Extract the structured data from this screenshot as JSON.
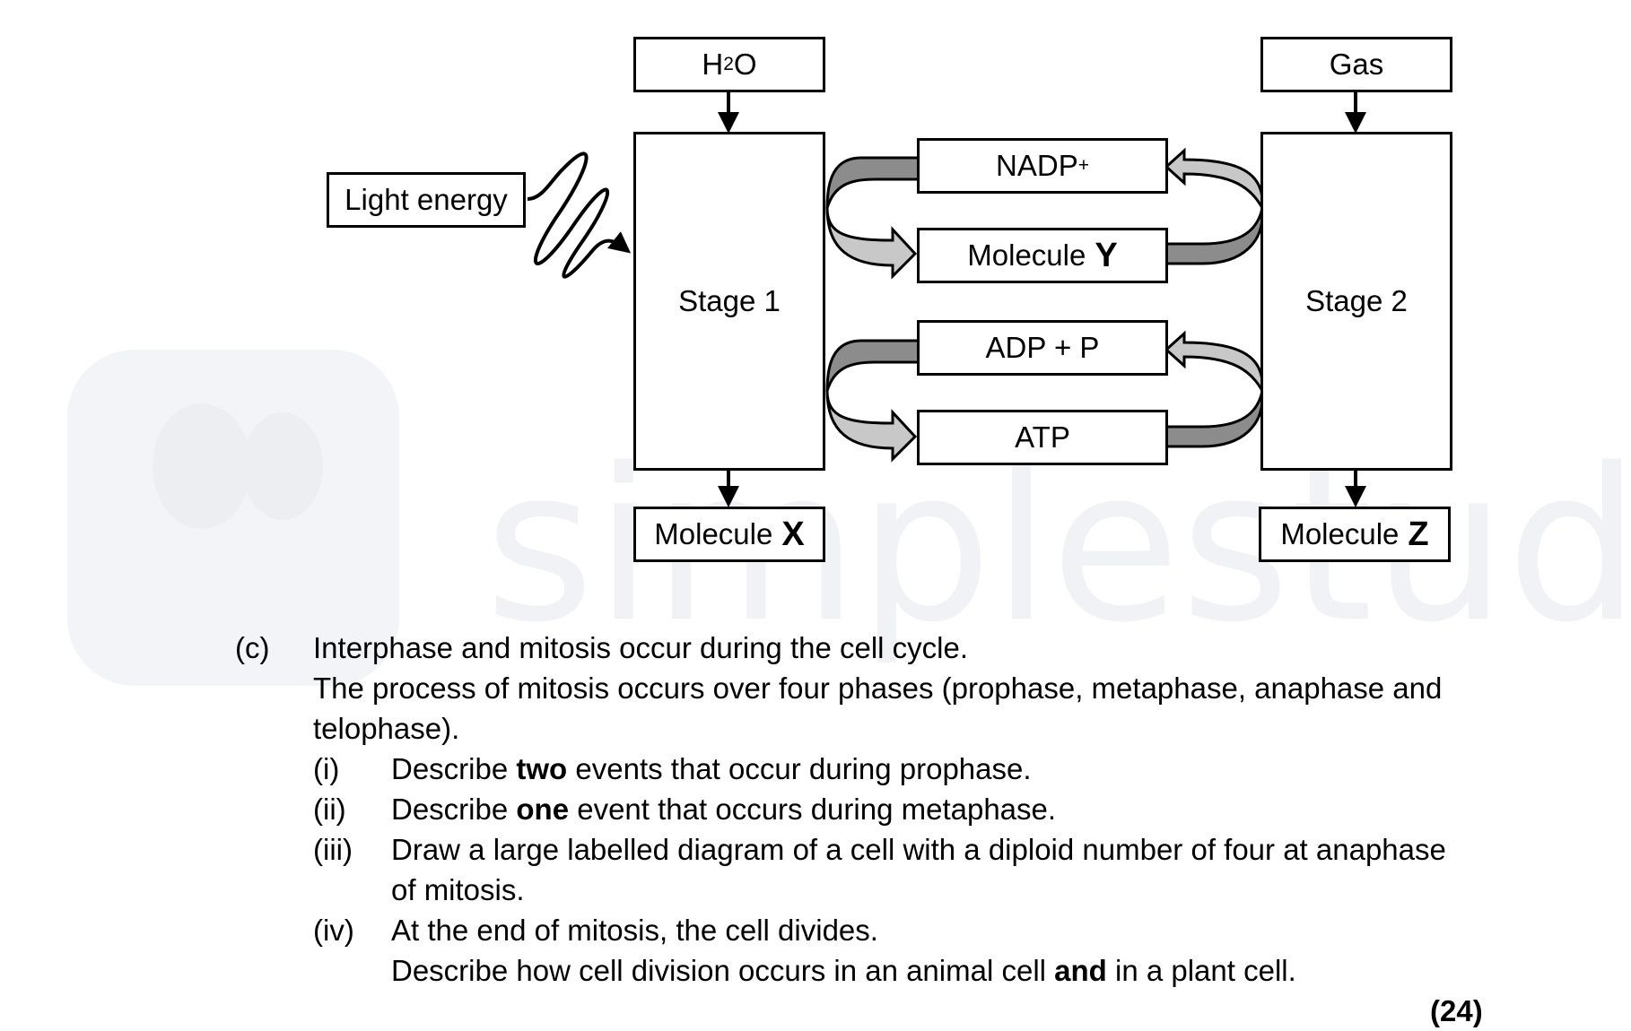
{
  "watermark": {
    "text": "simplestudy"
  },
  "diagram": {
    "h2o": {
      "pre": "H",
      "sub": "2",
      "post": "O"
    },
    "gas": "Gas",
    "light": "Light energy",
    "stage1": "Stage 1",
    "stage2": "Stage 2",
    "nadp": {
      "text": "NADP",
      "sup": "+"
    },
    "moly": {
      "text": "Molecule",
      "bold": "Y"
    },
    "adp": "ADP + P",
    "atp": "ATP",
    "molx": {
      "text": "Molecule",
      "bold": "X"
    },
    "molz": {
      "text": "Molecule",
      "bold": "Z"
    }
  },
  "question": {
    "label": "(c)",
    "line1": "Interphase and mitosis occur during the cell cycle.",
    "line2": "The process of mitosis occurs over four phases (prophase, metaphase, anaphase and",
    "line3": "telophase).",
    "parts": [
      {
        "num": "(i)",
        "pre": "Describe ",
        "bold": "two",
        "post": " events that occur during prophase."
      },
      {
        "num": "(ii)",
        "pre": "Describe ",
        "bold": "one",
        "post": " event that occurs during metaphase."
      },
      {
        "num": "(iii)",
        "line1": "Draw a large labelled diagram of a cell with a diploid number of four at anaphase",
        "line2": "of mitosis."
      },
      {
        "num": "(iv)",
        "line1": "At the end of mitosis, the cell divides.",
        "pre": "Describe how cell division occurs in an animal cell ",
        "bold": "and",
        "post": " in a plant cell."
      }
    ],
    "marks": "(24)"
  }
}
